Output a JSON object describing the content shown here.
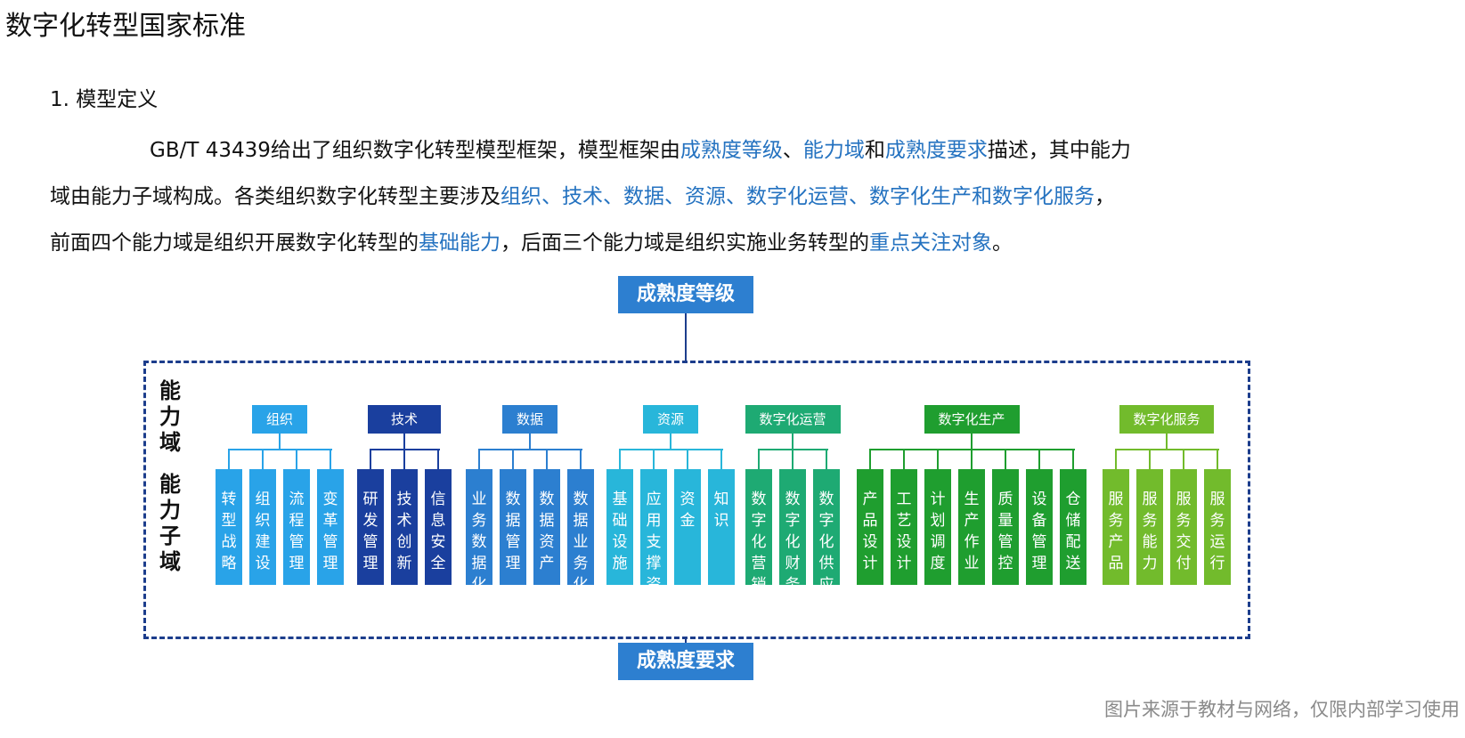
{
  "page_title": "数字化转型国家标准",
  "section_title": "1. 模型定义",
  "paragraph": {
    "l1a": "GB/T 43439给出了组织数字化转型模型框架，模型框架由",
    "l1b": "成熟度等级",
    "l1c": "、",
    "l1d": "能力域",
    "l1e": "和",
    "l1f": "成熟度要求",
    "l1g": "描述，其中能力",
    "l2a": "域由能力子域构成。各类组织数字化转型主要涉及",
    "l2b": "组织、技术、数据、资源、数字化运营、数字化生产和数字化服务",
    "l2c": "，",
    "l3a": "前面四个能力域是组织开展数字化转型的",
    "l3b": "基础能力",
    "l3c": "，后面三个能力域是组织实施业务转型的",
    "l3d": "重点关注对象",
    "l3e": "。"
  },
  "diagram": {
    "top_box": "成熟度等级",
    "bottom_box": "成熟度要求",
    "side_label_1": "能力域",
    "side_label_2": "能力子域",
    "groups": [
      {
        "name": "组织",
        "head_color": "#29a3e8",
        "leaf_color": "#29a3e8",
        "leaves": [
          "转型战略",
          "组织建设",
          "流程管理",
          "变革管理"
        ]
      },
      {
        "name": "技术",
        "head_color": "#1a3f9e",
        "leaf_color": "#1a3f9e",
        "leaves": [
          "研发管理",
          "技术创新",
          "信息安全"
        ]
      },
      {
        "name": "数据",
        "head_color": "#2c7fd0",
        "leaf_color": "#2c7fd0",
        "leaves": [
          "业务数据化",
          "数据管理",
          "数据资产",
          "数据业务化"
        ]
      },
      {
        "name": "资源",
        "head_color": "#28b6da",
        "leaf_color": "#28b6da",
        "leaves": [
          "基础设施",
          "应用支撑资源",
          "资金",
          "知识"
        ]
      },
      {
        "name": "数字化运营",
        "head_color": "#1eaa73",
        "leaf_color": "#1eaa73",
        "leaves": [
          "数字化营销",
          "数字化财务",
          "数字化供应链"
        ]
      },
      {
        "name": "数字化生产",
        "head_color": "#1f9e2f",
        "leaf_color": "#1f9e2f",
        "leaves": [
          "产品设计",
          "工艺设计",
          "计划调度",
          "生产作业",
          "质量管控",
          "设备管理",
          "仓储配送"
        ]
      },
      {
        "name": "数字化服务",
        "head_color": "#72bb2c",
        "leaf_color": "#72bb2c",
        "leaves": [
          "服务产品",
          "服务能力",
          "服务交付",
          "服务运行"
        ]
      }
    ]
  },
  "credit": "图片来源于教材与网络，仅限内部学习使用"
}
